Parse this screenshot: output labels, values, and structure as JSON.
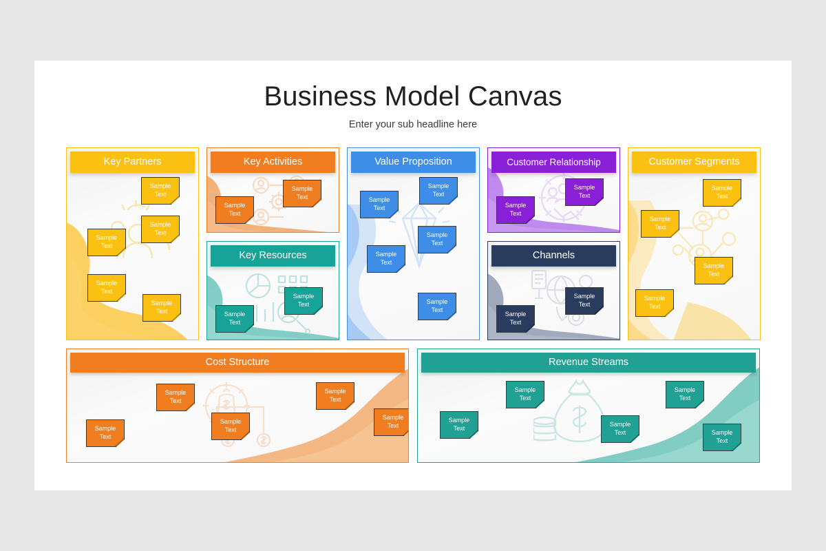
{
  "slide": {
    "title": "Business Model Canvas",
    "subtitle": "Enter your sub headline here",
    "background": "#e7e7e8",
    "surface": "#ffffff"
  },
  "note_label_line1": "Sample",
  "note_label_line2": "Text",
  "panels": [
    {
      "id": "key-partners",
      "title": "Key Partners",
      "color": "#fbc112",
      "blob": "#fbc945",
      "watermark": "handshake-people-icon",
      "notes": 5
    },
    {
      "id": "key-activities",
      "title": "Key Activities",
      "color": "#f07e20",
      "blob": "#f2a564",
      "watermark": "person-gear-icon",
      "notes": 2
    },
    {
      "id": "key-resources",
      "title": "Key Resources",
      "color": "#17a398",
      "blob": "#6dc6bd",
      "watermark": "chart-analytics-icon",
      "notes": 2
    },
    {
      "id": "value-proposition",
      "title": "Value Proposition",
      "color": "#3e8ee8",
      "blob": "#8cb9f0",
      "watermark": "diamond-icon",
      "notes": 5
    },
    {
      "id": "customer-relationship",
      "title": "Customer Relationship",
      "color": "#8a1fd8",
      "blob": "#b477ec",
      "watermark": "handshake-gear-icon",
      "notes": 2
    },
    {
      "id": "channels",
      "title": "Channels",
      "color": "#2a3c5e",
      "blob": "#8b96ad",
      "watermark": "globe-network-icon",
      "notes": 2
    },
    {
      "id": "customer-segments",
      "title": "Customer Segments",
      "color": "#fbc112",
      "blob": "#fbd267",
      "watermark": "people-network-icon",
      "notes": 4
    },
    {
      "id": "cost-structure",
      "title": "Cost Structure",
      "color": "#f07e20",
      "blob": "#f3b078",
      "watermark": "money-gear-icon",
      "notes": 5
    },
    {
      "id": "revenue-streams",
      "title": "Revenue Streams",
      "color": "#21a193",
      "blob": "#74c8bd",
      "watermark": "money-bag-coins-icon",
      "notes": 5
    }
  ]
}
